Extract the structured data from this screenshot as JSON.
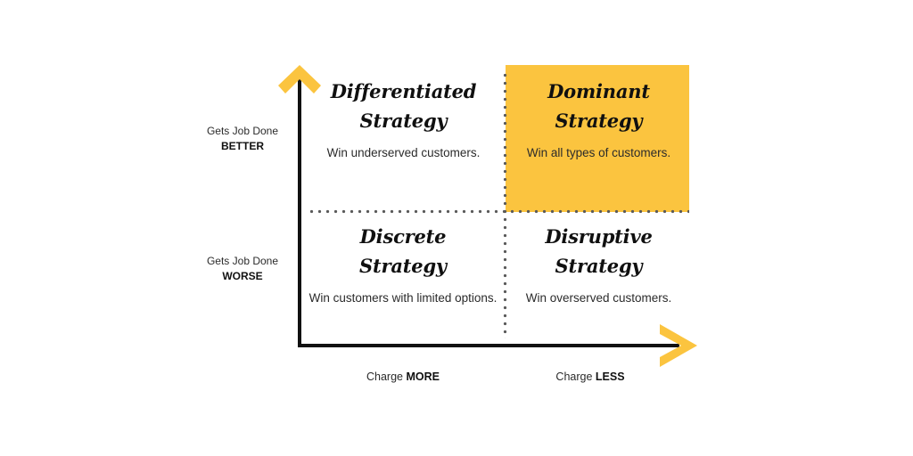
{
  "chart_data": {
    "type": "matrix",
    "title": "",
    "xlabel": "Charge",
    "ylabel": "Gets Job Done",
    "x_axis": {
      "left_label_prefix": "Charge ",
      "left_label_strong": "MORE",
      "right_label_prefix": "Charge ",
      "right_label_strong": "LESS"
    },
    "y_axis": {
      "top_label_prefix": "Gets Job Done",
      "top_label_strong": "BETTER",
      "bottom_label_prefix": "Gets Job Done",
      "bottom_label_strong": "WORSE"
    },
    "quadrants": [
      {
        "id": "top-left",
        "title_line1": "Differentiated",
        "title_line2": "Strategy",
        "description": "Win underserved customers.",
        "highlighted": false
      },
      {
        "id": "top-right",
        "title_line1": "Dominant",
        "title_line2": "Strategy",
        "description": "Win all types of customers.",
        "highlighted": true
      },
      {
        "id": "bottom-left",
        "title_line1": "Discrete",
        "title_line2": "Strategy",
        "description": "Win customers with limited options.",
        "highlighted": false
      },
      {
        "id": "bottom-right",
        "title_line1": "Disruptive",
        "title_line2": "Strategy",
        "description": "Win overserved customers.",
        "highlighted": false
      }
    ]
  },
  "colors": {
    "accent": "#fbc43f",
    "axis": "#111111",
    "divider": "#5a5a5a",
    "background": "#ffffff",
    "text": "#2b2b2b"
  },
  "icons": {
    "y_axis_arrow": "arrow-up-icon",
    "x_axis_arrow": "arrow-right-icon"
  }
}
